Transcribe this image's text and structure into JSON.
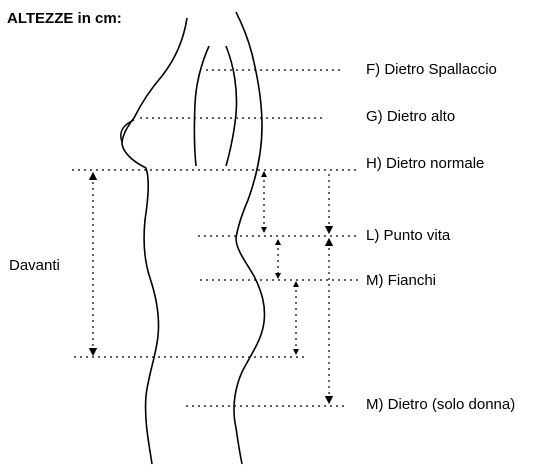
{
  "title": "ALTEZZE in cm:",
  "front_label": "Davanti",
  "measurements": [
    {
      "key": "F",
      "label": "F) Dietro Spallaccio"
    },
    {
      "key": "G",
      "label": "G) Dietro alto"
    },
    {
      "key": "H",
      "label": "H) Dietro normale"
    },
    {
      "key": "L",
      "label": "L)  Punto vita"
    },
    {
      "key": "M1",
      "label": "M) Fianchi"
    },
    {
      "key": "M2",
      "label": "M) Dietro (solo donna)"
    }
  ],
  "colors": {
    "ink": "#000000",
    "background": "#ffffff"
  }
}
